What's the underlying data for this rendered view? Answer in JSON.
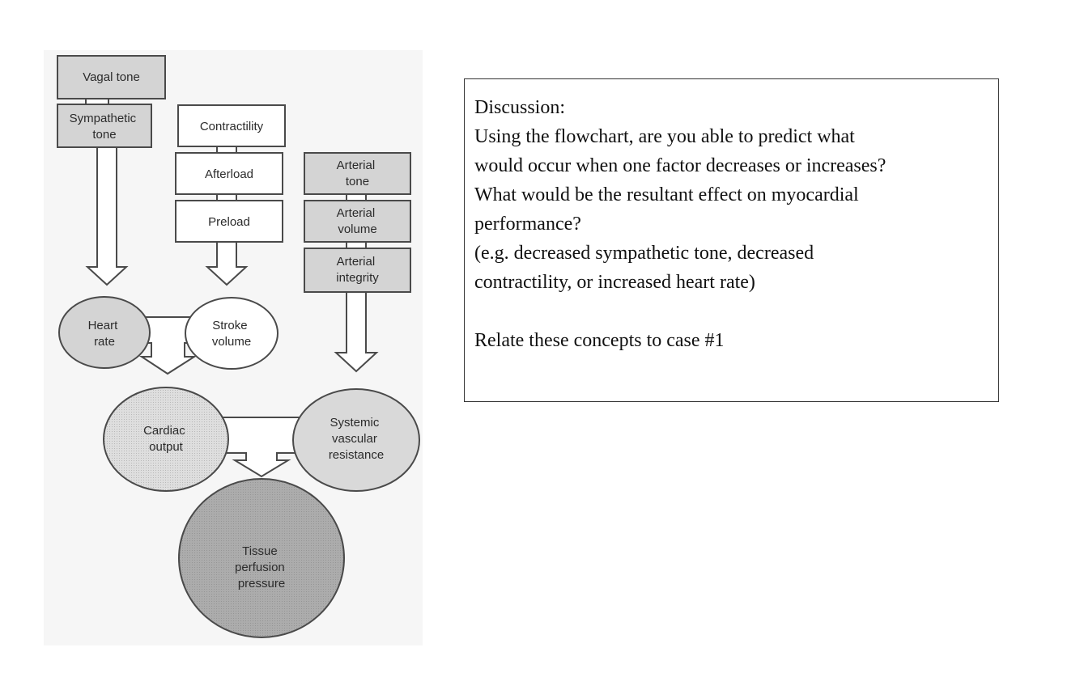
{
  "diagram": {
    "nodes": {
      "vagal_tone": [
        "Vagal tone"
      ],
      "sympathetic_tone": [
        "Sympathetic",
        "tone"
      ],
      "contractility": [
        "Contractility"
      ],
      "afterload": [
        "Afterload"
      ],
      "preload": [
        "Preload"
      ],
      "arterial_tone": [
        "Arterial",
        "tone"
      ],
      "arterial_volume": [
        "Arterial",
        "volume"
      ],
      "arterial_integrity": [
        "Arterial",
        "integrity"
      ],
      "heart_rate": [
        "Heart",
        "rate"
      ],
      "stroke_volume": [
        "Stroke",
        "volume"
      ],
      "cardiac_output": [
        "Cardiac",
        "output"
      ],
      "systemic_vascular_resistance": [
        "Systemic",
        "vascular",
        "resistance"
      ],
      "tissue_perfusion_pressure": [
        "Tissue",
        "perfusion",
        "pressure"
      ]
    },
    "colors": {
      "gray_box": "#d4d4d4",
      "white_box": "#ffffff",
      "outline": "#4a4a4a",
      "cardiac_fill": "#dcdcdc",
      "svr_fill": "#d9d9d9",
      "tissue_fill": "#a9a9a9"
    }
  },
  "discussion": {
    "heading": "Discussion:",
    "paragraph": "Using the flowchart, are you able to predict what\nwould occur when one factor decreases or increases?\nWhat would be the resultant effect on myocardial\nperformance?\n(e.g. decreased sympathetic tone, decreased\ncontractility, or increased heart rate)",
    "footer": "Relate these concepts to case #1"
  }
}
